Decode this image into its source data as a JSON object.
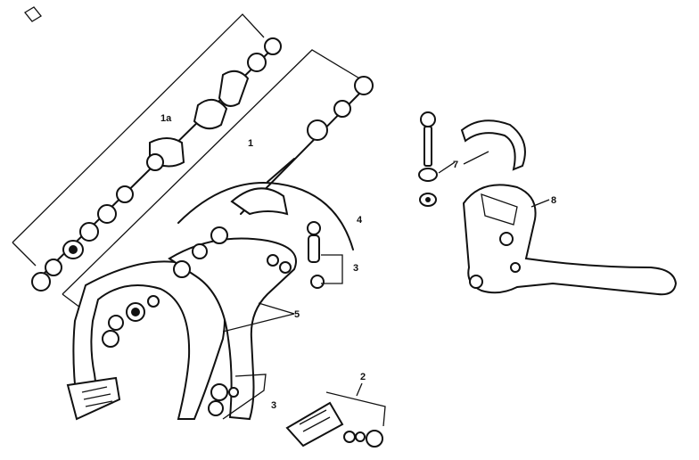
{
  "callouts": {
    "c1a": "1a",
    "c1": "1",
    "c2": "2",
    "c3a": "3",
    "c3b": "3",
    "c4": "4",
    "c5": "5",
    "c7": "7",
    "c8": "8"
  }
}
